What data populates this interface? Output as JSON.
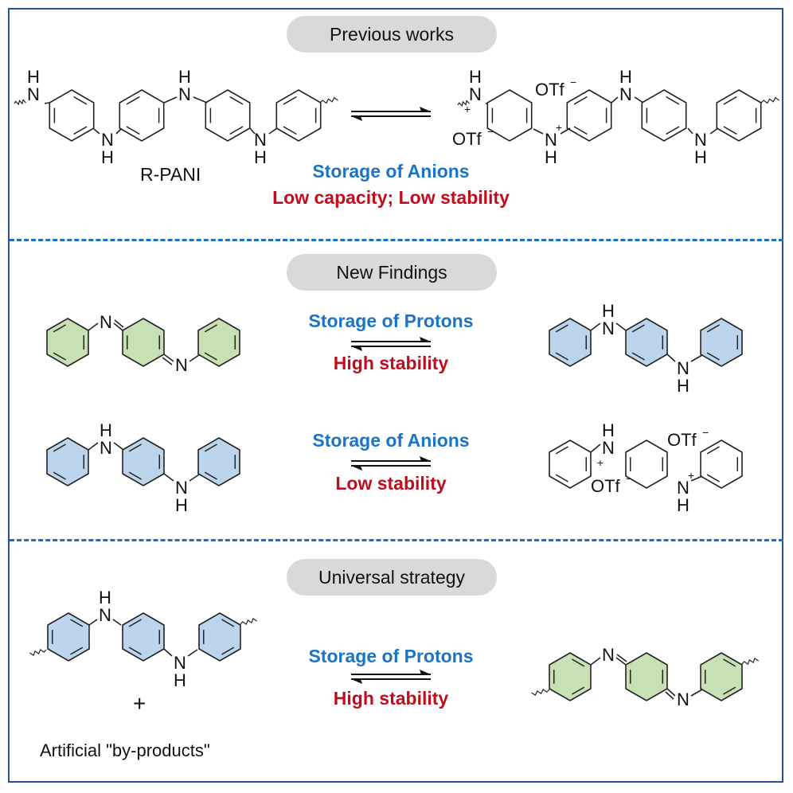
{
  "sections": {
    "previous": {
      "title": "Previous works",
      "reactant_label": "R-PANI",
      "arrow_top": "Storage of Anions",
      "arrow_bottom": "Low capacity; Low stability"
    },
    "new_findings": {
      "title": "New Findings",
      "row1": {
        "arrow_top": "Storage of Protons",
        "arrow_bottom": "High stability"
      },
      "row2": {
        "arrow_top": "Storage of Anions",
        "arrow_bottom": "Low stability"
      }
    },
    "universal": {
      "title": "Universal strategy",
      "plus": "+",
      "reactant_note": "Artificial \"by-products\"",
      "arrow_top": "Storage of Protons",
      "arrow_bottom": "High stability"
    }
  },
  "atoms": {
    "N": "N",
    "H": "H",
    "anion": "OTf",
    "anion_charge": "−",
    "cation_charge": "+"
  },
  "colors": {
    "frame": "#2b4e9a",
    "divider": "#1f6fbf",
    "pill": "#d9d9d9",
    "anion_blue": "#1b74c5",
    "stability_red": "#c00d1e",
    "reduced_ring_fill": "#bcd5ec",
    "oxidized_ring_fill": "#c7e0b4",
    "bond": "#222222"
  }
}
